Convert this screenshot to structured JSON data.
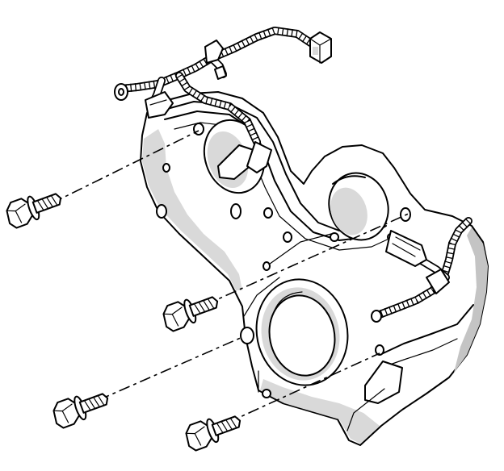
{
  "figure": {
    "kind": "exploded-view line drawing",
    "colors": {
      "line": "#000000",
      "shade": "#d9d9d9",
      "background": "#ffffff"
    },
    "parts": [
      {
        "name": "engine-front-cover",
        "count": 1
      },
      {
        "name": "wiring-harness",
        "count": 1
      },
      {
        "name": "harness-connector",
        "count": 1
      },
      {
        "name": "cover-bolt",
        "count": 4
      }
    ],
    "callouts": []
  }
}
